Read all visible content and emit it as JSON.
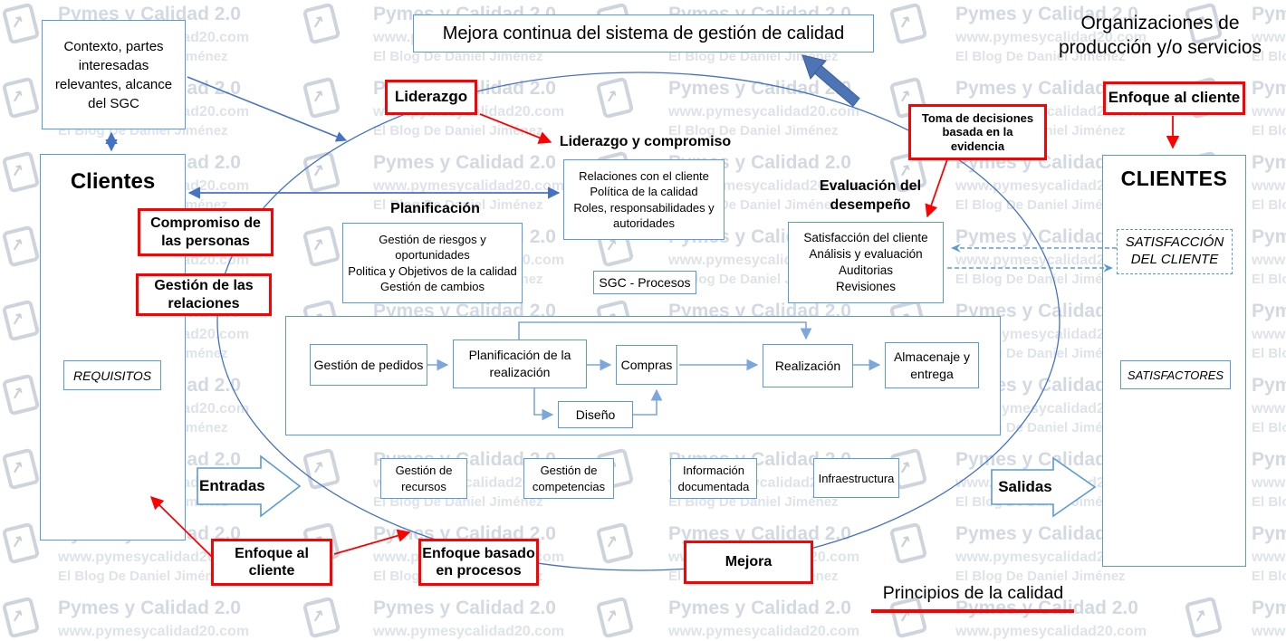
{
  "watermark": {
    "brand": "Pymes y Calidad 2.0",
    "url": "www.pymesycalidad20.com",
    "blog": "El Blog De Daniel Jiménez"
  },
  "banner": {
    "mejora_continua": "Mejora continua del sistema de gestión de calidad",
    "organizaciones": "Organizaciones de producción y/o servicios",
    "principios": "Principios de la calidad"
  },
  "left_side": {
    "contexto": "Contexto, partes interesadas relevantes, alcance del SGC",
    "clientes": "Clientes",
    "requisitos": "REQUISITOS"
  },
  "right_side": {
    "clientes": "CLIENTES",
    "satisfaccion": "SATISFACCIÓN DEL CLIENTE",
    "satisfactores": "SATISFACTORES"
  },
  "principles": {
    "liderazgo": "Liderazgo",
    "compromiso_personas": "Compromiso de las personas",
    "gestion_relaciones": "Gestión de las relaciones",
    "enfoque_cliente_top": "Enfoque al cliente",
    "toma_decisiones": "Toma de decisiones basada en la evidencia",
    "enfoque_cliente_bottom": "Enfoque al cliente",
    "enfoque_procesos": "Enfoque basado en procesos",
    "mejora": "Mejora"
  },
  "sections": {
    "liderazgo_compromiso": {
      "heading": "Liderazgo y compromiso",
      "items": [
        "Relaciones con el cliente",
        "Política de la calidad",
        "Roles, responsabilidades y autoridades"
      ]
    },
    "planificacion": {
      "heading": "Planificación",
      "items": [
        "Gestión de riesgos y oportunidades",
        "Politica y Objetivos de la calidad",
        "Gestión de cambios"
      ]
    },
    "evaluacion": {
      "heading": "Evaluación del desempeño",
      "items": [
        "Satisfacción del cliente",
        "Análisis y evaluación",
        "Auditorias",
        "Revisiones"
      ]
    }
  },
  "process": {
    "sgc": "SGC - Procesos",
    "chain": [
      "Gestión de pedidos",
      "Planificación de la realización",
      "Compras",
      "Realización",
      "Almacenaje y entrega"
    ],
    "diseno": "Diseño",
    "support": [
      "Gestión de recursos",
      "Gestión de competencias",
      "Información documentada",
      "Infraestructura"
    ]
  },
  "flow": {
    "entradas": "Entradas",
    "salidas": "Salidas"
  },
  "colors": {
    "box_blue": "#5b9bd5",
    "arrow_blue": "#4472c4",
    "light_line": "#7ca6dc",
    "red": "#fe0000",
    "thick_arrow": "#4d74b5"
  }
}
